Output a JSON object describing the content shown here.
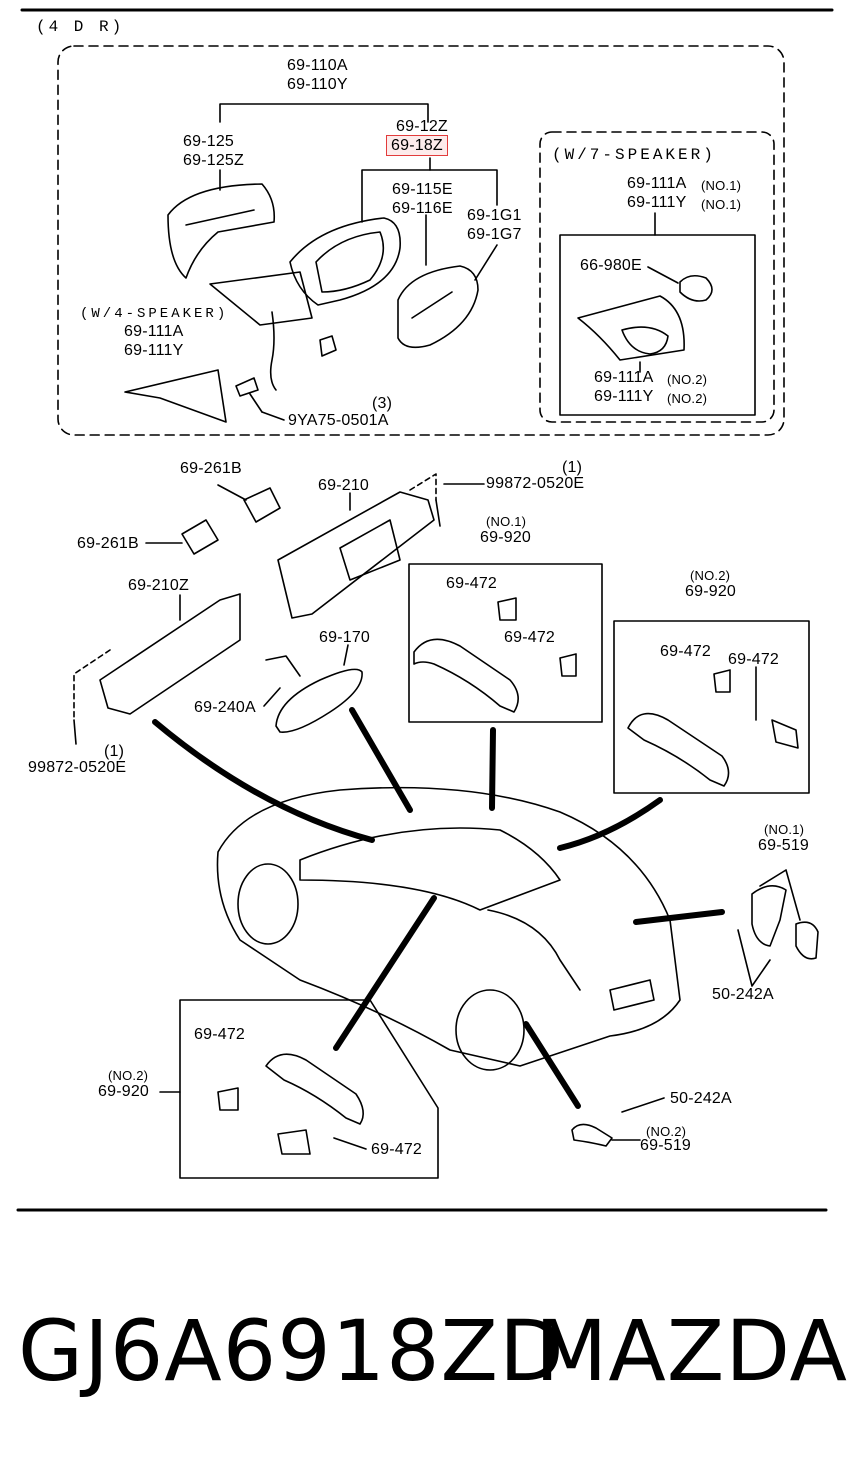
{
  "diagram": {
    "variant": "(4 D R)",
    "groups": {
      "w7_speaker": "(W/7-SPEAKER)",
      "w4_speaker": "(W/4-SPEAKER)"
    },
    "highlight_color": "#e23b3b",
    "labels": {
      "l_69_110A": "69-110A",
      "l_69_110Y": "69-110Y",
      "l_69_125": "69-125",
      "l_69_125Z": "69-125Z",
      "l_69_12Z": "69-12Z",
      "l_69_18Z": "69-18Z",
      "l_69_115E": "69-115E",
      "l_69_116E": "69-116E",
      "l_69_1G1": "69-1G1",
      "l_69_1G7": "69-1G7",
      "l_69_111A_top": "69-111A",
      "l_no1_a": "(NO.1)",
      "l_69_111Y_top": "69-111Y",
      "l_no1_b": "(NO.1)",
      "l_66_980E": "66-980E",
      "l_69_111A_no2": "69-111A",
      "l_no2_a": "(NO.2)",
      "l_69_111Y_no2": "69-111Y",
      "l_no2_b": "(NO.2)",
      "l_69_111A_w4": "69-111A",
      "l_69_111Y_w4": "69-111Y",
      "l_qty3": "(3)",
      "l_9YA75": "9YA75-0501A",
      "l_69_261B_a": "69-261B",
      "l_69_261B_b": "69-261B",
      "l_69_210": "69-210",
      "l_qty1_a": "(1)",
      "l_99872_a": "99872-0520E",
      "l_no1_920": "(NO.1)",
      "l_69_920_a": "69-920",
      "l_69_472_a": "69-472",
      "l_69_472_b": "69-472",
      "l_no2_920_b": "(NO.2)",
      "l_69_920_b": "69-920",
      "l_69_472_c": "69-472",
      "l_69_472_d": "69-472",
      "l_69_210Z": "69-210Z",
      "l_69_170": "69-170",
      "l_69_240A": "69-240A",
      "l_qty1_b": "(1)",
      "l_99872_b": "99872-0520E",
      "l_no1_519": "(NO.1)",
      "l_69_519_a": "69-519",
      "l_50_242A_a": "50-242A",
      "l_69_472_e": "69-472",
      "l_no2_920_c": "(NO.2)",
      "l_69_920_c": "69-920",
      "l_69_472_f": "69-472",
      "l_50_242A_b": "50-242A",
      "l_no2_519": "(NO.2)",
      "l_69_519_b": "69-519"
    }
  },
  "footer": {
    "part_number": "GJ6A6918ZD",
    "brand": "MAZDA"
  }
}
